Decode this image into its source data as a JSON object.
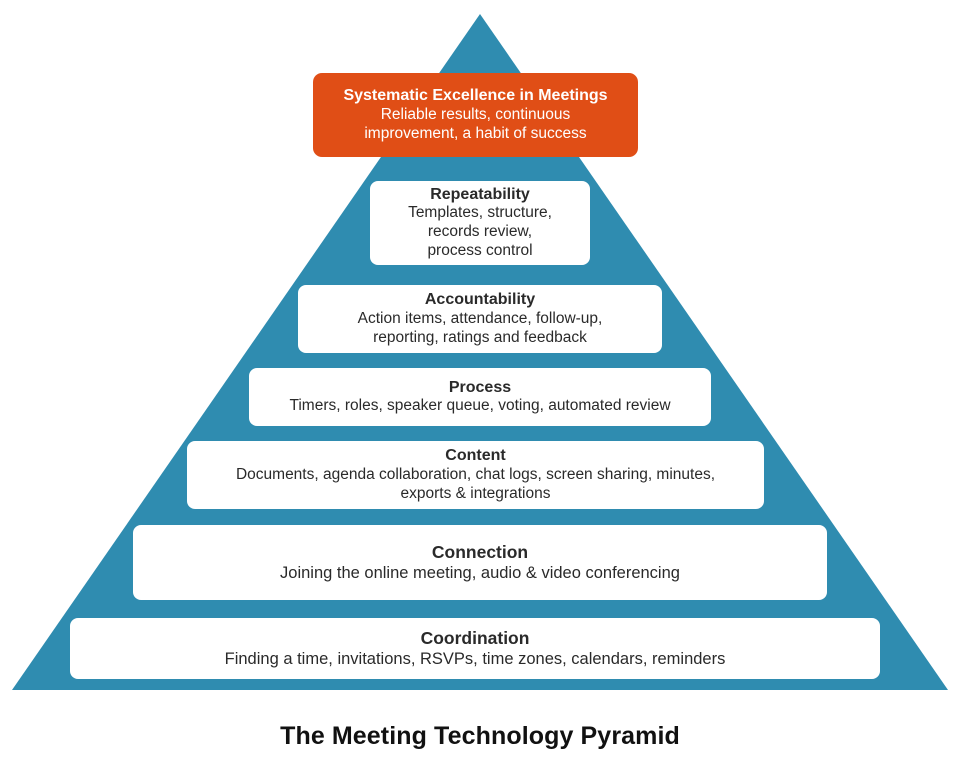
{
  "colors": {
    "pyramid": "#2f8cb0",
    "top_box": "#e04e16",
    "box": "#ffffff"
  },
  "levels": [
    {
      "title": "Systematic Excellence in Meetings",
      "description": "Reliable results, continuous\nimprovement, a habit of success"
    },
    {
      "title": "Repeatability",
      "description": "Templates, structure,\nrecords review,\nprocess control"
    },
    {
      "title": "Accountability",
      "description": "Action items, attendance, follow-up,\nreporting, ratings and feedback"
    },
    {
      "title": "Process",
      "description": "Timers, roles, speaker queue, voting, automated review"
    },
    {
      "title": "Content",
      "description": "Documents, agenda collaboration, chat logs, screen sharing, minutes,\nexports & integrations"
    },
    {
      "title": "Connection",
      "description": "Joining the online meeting, audio & video conferencing"
    },
    {
      "title": "Coordination",
      "description": "Finding a time, invitations, RSVPs, time zones, calendars, reminders"
    }
  ],
  "caption": "The Meeting Technology Pyramid"
}
